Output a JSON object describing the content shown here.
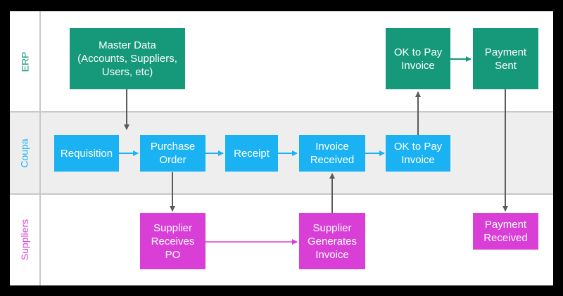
{
  "colors": {
    "erp": "#16987a",
    "coupa": "#1ab2f2",
    "suppliers": "#d93ed6",
    "line": "#5a5a5a"
  },
  "lanes": {
    "erp": "ERP",
    "coupa": "Coupa",
    "suppliers": "Suppliers"
  },
  "nodes": {
    "master_data": "Master Data\n(Accounts, Suppliers,\nUsers, etc)",
    "ok_to_pay_erp": "OK to Pay\nInvoice",
    "payment_sent": "Payment\nSent",
    "requisition": "Requisition",
    "purchase_order": "Purchase\nOrder",
    "receipt": "Receipt",
    "invoice_received": "Invoice\nReceived",
    "ok_to_pay_coupa": "OK to Pay\nInvoice",
    "supplier_receives_po": "Supplier\nReceives\nPO",
    "supplier_generates_invoice": "Supplier\nGenerates\nInvoice",
    "payment_received": "Payment\nReceived"
  }
}
